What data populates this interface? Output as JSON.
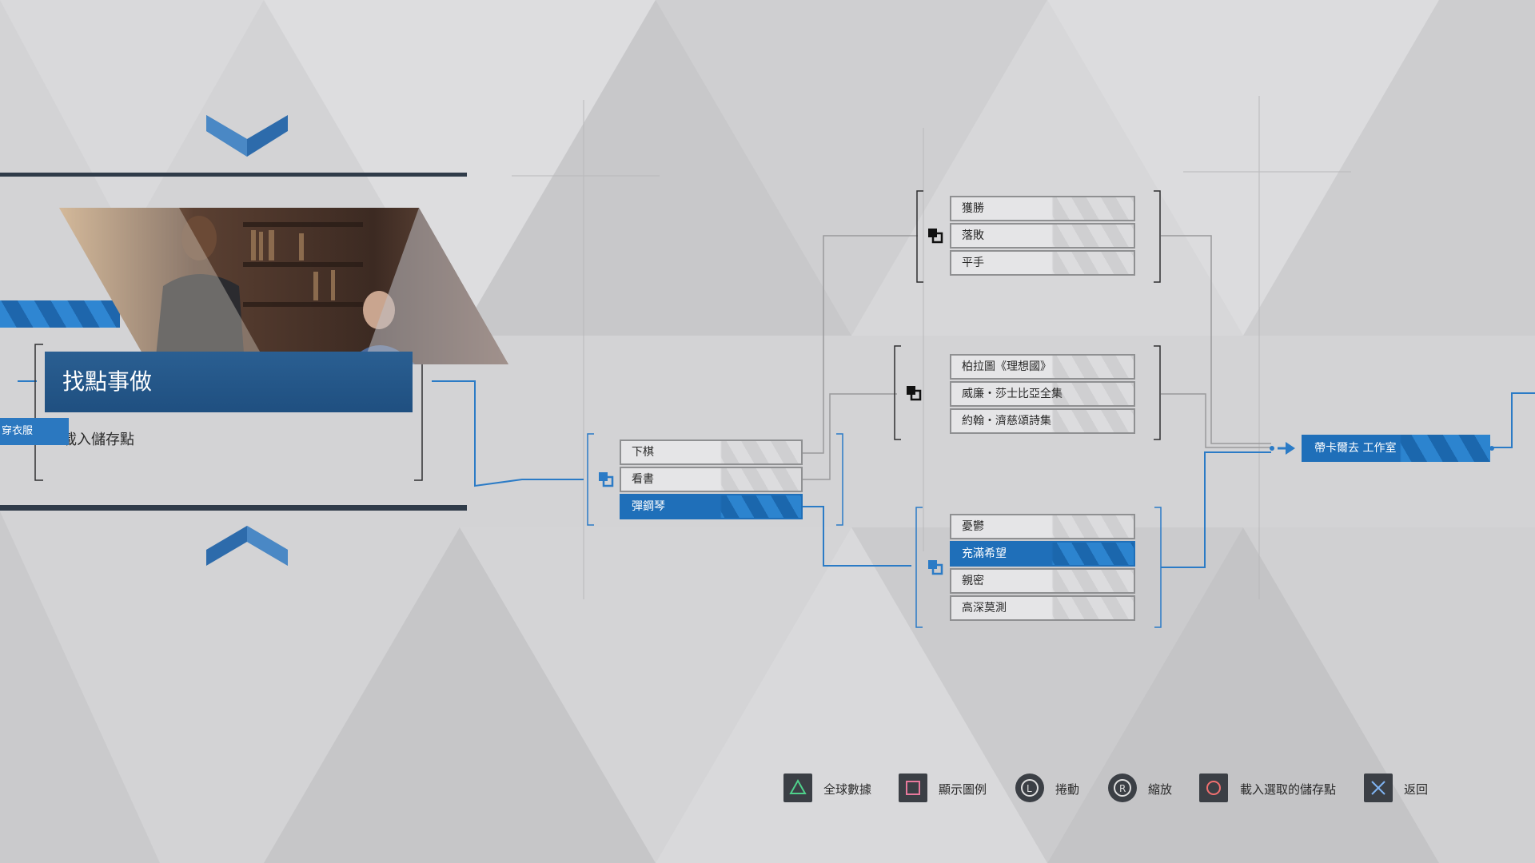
{
  "scene": {
    "title": "找點事做",
    "load_checkpoint_label": "載入儲存點",
    "previous_node_label": "穿衣服"
  },
  "start_choices": {
    "items": [
      {
        "label": "下棋",
        "selected": false
      },
      {
        "label": "看書",
        "selected": false
      },
      {
        "label": "彈鋼琴",
        "selected": true
      }
    ]
  },
  "chess_group": {
    "items": [
      {
        "label": "獲勝",
        "selected": false
      },
      {
        "label": "落敗",
        "selected": false
      },
      {
        "label": "平手",
        "selected": false
      }
    ]
  },
  "book_group": {
    "items": [
      {
        "label": "柏拉圖《理想國》",
        "selected": false
      },
      {
        "label": "威廉・莎士比亞全集",
        "selected": false
      },
      {
        "label": "約翰・濟慈頌詩集",
        "selected": false
      }
    ]
  },
  "piano_group": {
    "items": [
      {
        "label": "憂鬱",
        "selected": false
      },
      {
        "label": "充滿希望",
        "selected": true
      },
      {
        "label": "親密",
        "selected": false
      },
      {
        "label": "高深莫測",
        "selected": false
      }
    ]
  },
  "destination": {
    "label": "帶卡爾去 工作室"
  },
  "controls": [
    {
      "icon": "triangle-button-icon",
      "label": "全球數據"
    },
    {
      "icon": "square-button-icon",
      "label": "顯示圖例"
    },
    {
      "icon": "left-stick-icon",
      "label": "捲動"
    },
    {
      "icon": "right-stick-icon",
      "label": "縮放"
    },
    {
      "icon": "circle-button-icon",
      "label": "載入選取的儲存點"
    },
    {
      "icon": "cross-button-icon",
      "label": "返回"
    }
  ],
  "colors": {
    "background": "#d3d3d5",
    "accent_blue": "#1f6fb9",
    "dark_bar": "#2f3b49"
  }
}
